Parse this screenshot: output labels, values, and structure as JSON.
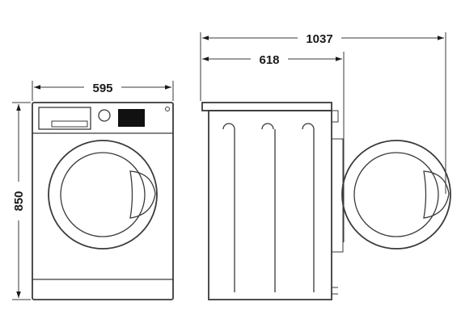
{
  "dimensions": {
    "width": "595",
    "height": "850",
    "depth": "618",
    "depth_door_open": "1037"
  }
}
